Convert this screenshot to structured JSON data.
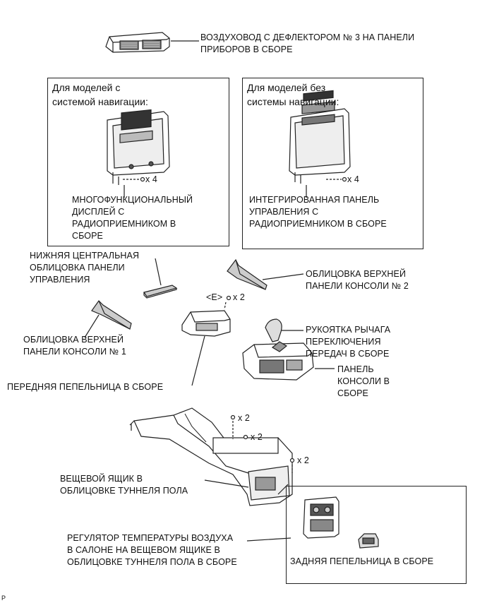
{
  "labels": {
    "air_duct": [
      "ВОЗДУХОВОД С ДЕФЛЕКТОРОМ № 3 НА ПАНЕЛИ",
      "ПРИБОРОВ В СБОРЕ"
    ],
    "nav_header": [
      "Для моделей с",
      "системой навигации:"
    ],
    "nonnav_header": [
      "Для моделей без",
      "системы навигации:"
    ],
    "multi_display": [
      "МНОГОФУНКЦИОНАЛЬНЫЙ",
      "ДИСПЛЕЙ С",
      "РАДИОПРИЕМНИКОМ В",
      "СБОРЕ"
    ],
    "integrated_panel": [
      "ИНТЕГРИРОВАННАЯ ПАНЕЛЬ",
      "УПРАВЛЕНИЯ С",
      "РАДИОПРИЕМНИКОМ В СБОРЕ"
    ],
    "lower_center": [
      "НИЖНЯЯ ЦЕНТРАЛЬНАЯ",
      "ОБЛИЦОВКА ПАНЕЛИ",
      "УПРАВЛЕНИЯ"
    ],
    "upper_console_2": [
      "ОБЛИЦОВКА ВЕРХНЕЙ",
      "ПАНЕЛИ КОНСОЛИ № 2"
    ],
    "upper_console_1": [
      "ОБЛИЦОВКА ВЕРХНЕЙ",
      "ПАНЕЛИ КОНСОЛИ № 1"
    ],
    "shift_knob": [
      "РУКОЯТКА РЫЧАГА",
      "ПЕРЕКЛЮЧЕНИЯ",
      "ПЕРЕДАЧ В СБОРЕ"
    ],
    "console_panel": [
      "ПАНЕЛЬ",
      "КОНСОЛИ В",
      "СБОРЕ"
    ],
    "front_ashtray": [
      "ПЕРЕДНЯЯ ПЕПЕЛЬНИЦА В СБОРЕ"
    ],
    "box_tunnel": [
      "ВЕЩЕВОЙ ЯЩИК В",
      "ОБЛИЦОВКЕ ТУННЕЛЯ ПОЛА"
    ],
    "temp_regulator": [
      "РЕГУЛЯТОР ТЕМПЕРАТУРЫ ВОЗДУХА",
      "В САЛОНЕ НА ВЕЩЕВОМ ЯЩИКЕ В",
      "ОБЛИЦОВКЕ ТУННЕЛЯ ПОЛА В СБОРЕ"
    ],
    "rear_ashtray": [
      "ЗАДНЯЯ ПЕПЕЛЬНИЦА В СБОРЕ"
    ]
  },
  "fasteners": {
    "nav_x4": "x 4",
    "nonnav_x4": "x 4",
    "e_tag": "<E>",
    "e_x2": "x 2",
    "box_x2_a": "x 2",
    "box_x2_b": "x 2",
    "box_x2_c": "x 2"
  },
  "corner_mark": "P"
}
